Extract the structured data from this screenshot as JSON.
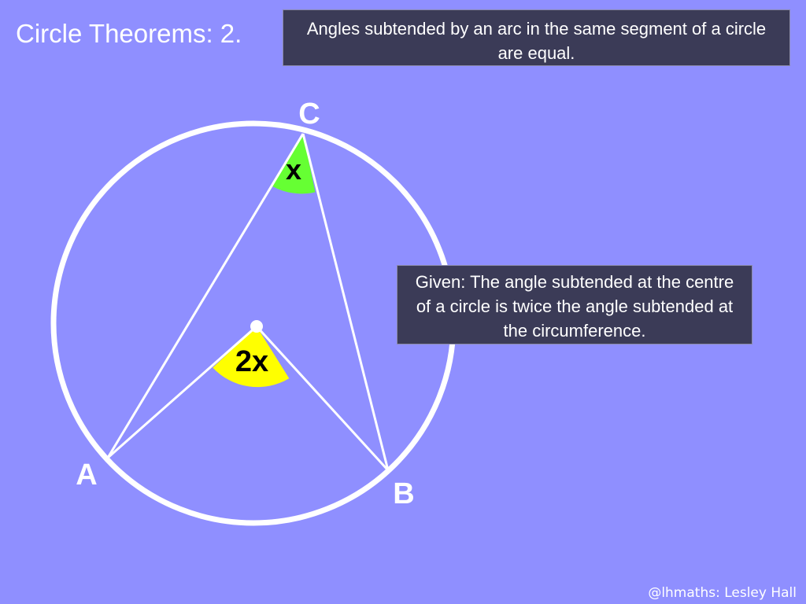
{
  "title": "Circle Theorems: 2.",
  "theorem": "Angles subtended by an arc in the same segment of a circle are equal.",
  "given": "Given: The angle subtended at the centre of a circle is twice the angle subtended at the circumference.",
  "diagram": {
    "points": {
      "a": "A",
      "b": "B",
      "c": "C"
    },
    "angles": {
      "circumference": "x",
      "centre": "2x"
    }
  },
  "credit": "@lhmaths: Lesley Hall",
  "colors": {
    "background": "#8f8fff",
    "box": "#3b3b57",
    "lines": "#ffffff",
    "circumference_angle": "#66ff33",
    "centre_angle": "#ffff00"
  }
}
